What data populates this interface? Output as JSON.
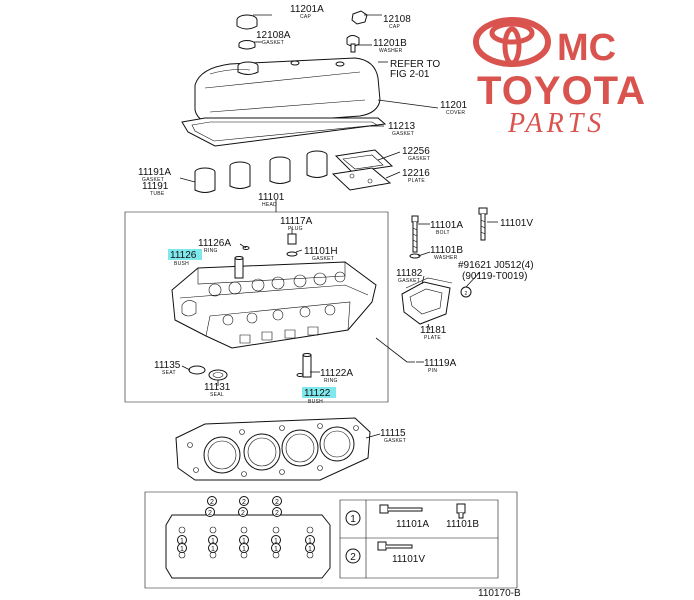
{
  "brand": {
    "line1": "MC",
    "line2": "TOYOTA",
    "line3": "PARTS",
    "color": "#d9534f"
  },
  "highlight_color": "#7fe8ec",
  "labels": {
    "p11201A": {
      "num": "11201A",
      "sub": "CAP"
    },
    "p12108": {
      "num": "12108",
      "sub": "CAP"
    },
    "p12108A": {
      "num": "12108A",
      "sub": "GASKET"
    },
    "p11201B": {
      "num": "11201B",
      "sub": "WASHER"
    },
    "refer": {
      "line1": "REFER TO",
      "line2": "FIG 2-01"
    },
    "p11201": {
      "num": "11201",
      "sub": "COVER"
    },
    "p11213": {
      "num": "11213",
      "sub": "GASKET"
    },
    "p12256": {
      "num": "12256",
      "sub": "GASKET"
    },
    "p12216": {
      "num": "12216",
      "sub": "PLATE"
    },
    "p11191A": {
      "num": "11191A",
      "sub": "GASKET"
    },
    "p11191": {
      "num": "11191",
      "sub": "TUBE"
    },
    "p11101": {
      "num": "11101",
      "sub": "HEAD"
    },
    "p11117A": {
      "num": "11117A",
      "sub": "PLUG"
    },
    "p11101H": {
      "num": "11101H",
      "sub": "GASKET"
    },
    "p11126A": {
      "num": "11126A",
      "sub": "RING"
    },
    "p11126": {
      "num": "11126",
      "sub": "BUSH"
    },
    "p11101A": {
      "num": "11101A",
      "sub": "BOLT"
    },
    "p11101V": {
      "num": "11101V"
    },
    "p11101B": {
      "num": "11101B",
      "sub": "WASHER"
    },
    "p11182": {
      "num": "11182",
      "sub": "GASKET"
    },
    "p91621": {
      "num": "#91621 J0512(4)",
      "alt": "(90119-T0019)"
    },
    "p11181": {
      "num": "11181",
      "sub": "PLATE"
    },
    "p11119A": {
      "num": "11119A",
      "sub": "PIN"
    },
    "p11135": {
      "num": "11135",
      "sub": "SEAT"
    },
    "p11131": {
      "num": "11131",
      "sub": "SEAL"
    },
    "p11122A": {
      "num": "11122A",
      "sub": "RING"
    },
    "p11122": {
      "num": "11122",
      "sub": "BUSH"
    },
    "p11115": {
      "num": "11115",
      "sub": "GASKET"
    }
  },
  "legend": {
    "mark1": "1",
    "mark2": "2",
    "row1_a": "11101A",
    "row1_b": "11101B",
    "row2_a": "11101V"
  },
  "diagram_code": "110170-B"
}
